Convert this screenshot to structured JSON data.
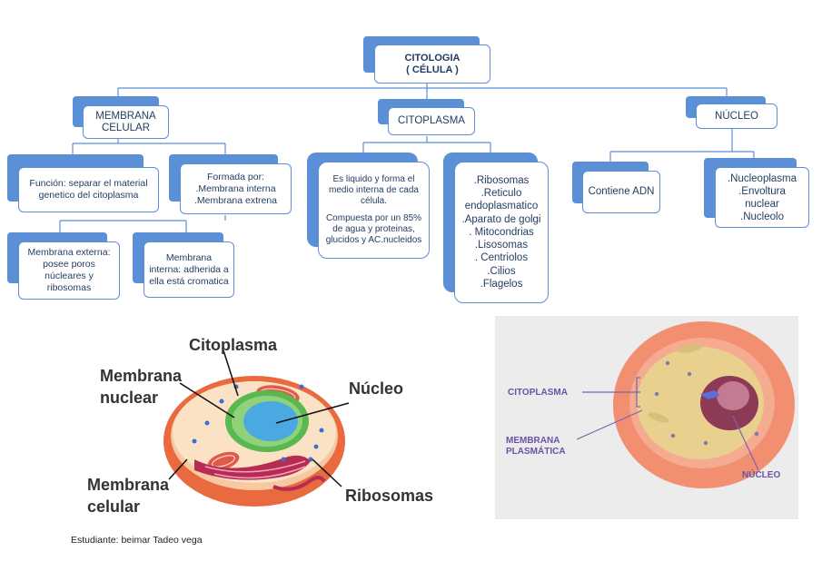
{
  "root": {
    "lines": [
      "CITOLOGIA",
      "( CÉLULA )"
    ]
  },
  "branches": {
    "membrana": {
      "lines": [
        "MEMBRANA",
        "CELULAR"
      ],
      "children": {
        "funcion": [
          "Función: separar el material",
          "genetico del citoplasma"
        ],
        "formada": [
          "Formada por:",
          ".Membrana interna",
          ".Membrana extrena"
        ],
        "externa": [
          "Membrana externa:",
          "posee poros",
          "núcleares y",
          "ribosomas"
        ],
        "interna": [
          "Membrana",
          "interna: adherida a",
          "ella está cromatica"
        ]
      }
    },
    "citoplasma": {
      "lines": [
        "CITOPLASMA"
      ],
      "children": {
        "liquido": [
          "Es liquido y forma el",
          "medio interna de cada",
          "célula.",
          "Compuesta por un 85%",
          "de agua y proteinas,",
          "glucidos y AC.nucleidos"
        ],
        "organelos": [
          ".Ribosomas",
          ".Reticulo",
          "endoplasmatico",
          ".Aparato de golgi",
          ". Mitocondrias",
          ".Lisosomas",
          ". Centriolos",
          ".Cilios",
          ".Flagelos"
        ]
      }
    },
    "nucleo": {
      "lines": [
        "NÚCLEO"
      ],
      "children": {
        "adn": [
          "Contiene ADN"
        ],
        "partes": [
          ".Nucleoplasma",
          ".Envoltura",
          "nuclear",
          ".Nucleolo"
        ]
      }
    }
  },
  "illustration_left": {
    "labels": {
      "citoplasma": "Citoplasma",
      "membrana_nuclear": [
        "Membrana",
        "nuclear"
      ],
      "nucleo": "Núcleo",
      "membrana_celular": [
        "Membrana",
        "celular"
      ],
      "ribosomas": "Ribosomas"
    }
  },
  "illustration_right": {
    "labels": {
      "citoplasma": "CITOPLASMA",
      "membrana": [
        "MEMBRANA",
        "PLASMÁTICA"
      ],
      "nucleo": "NÚCLEO"
    }
  },
  "footer": {
    "student": "Estudiante: beimar Tadeo vega"
  },
  "colors": {
    "accent": "#5b8fd6",
    "text": "#1f3a5f"
  }
}
